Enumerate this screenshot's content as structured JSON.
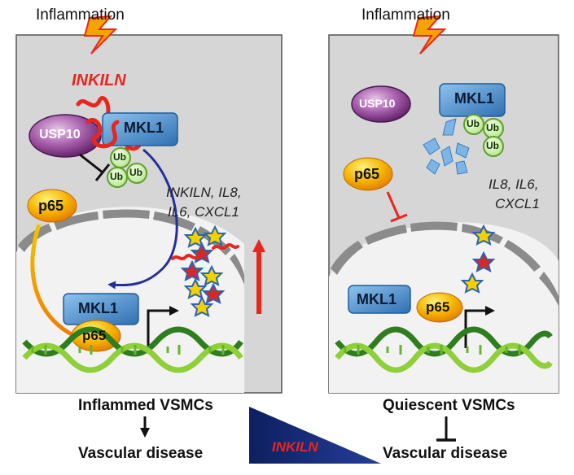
{
  "left_panel": {
    "title": "Inflammation",
    "lncrna_label": "INKILN",
    "usp10": "USP10",
    "mkl1_top": "MKL1",
    "ub": [
      "Ub",
      "Ub",
      "Ub"
    ],
    "p65_cyto": "p65",
    "genes": [
      "INKILN, IL8,",
      "IL6, CXCL1"
    ],
    "mkl1_nucleus": "MKL1",
    "p65_nucleus": "p65",
    "caption": "Inflammed VSMCs",
    "outcome": "Vascular disease"
  },
  "right_panel": {
    "title": "Inflammation",
    "usp10": "USP10",
    "mkl1_top": "MKL1",
    "ub": [
      "Ub",
      "Ub",
      "Ub"
    ],
    "p65_cyto": "p65",
    "genes": [
      "IL8, IL6,",
      "CXCL1"
    ],
    "mkl1_nucleus": "MKL1",
    "p65_nucleus": "p65",
    "caption": "Quiescent VSMCs",
    "outcome": "Vascular disease"
  },
  "center": {
    "gradient_label": "INKILN"
  },
  "colors": {
    "cell": "#d8d8d8",
    "nucleus": "#f2f2f2",
    "envelope": "#8a8a8a",
    "mkl1": "#3d86c8",
    "p65": "#f2a800",
    "usp10": "#8a3f8f",
    "ub": "#7cc142",
    "inkiln": "#e8261e",
    "lightning": "#f5a300",
    "dna_dark": "#2e7d1e",
    "dna_light": "#8fcf3a",
    "triangle": "#1a2f80"
  }
}
